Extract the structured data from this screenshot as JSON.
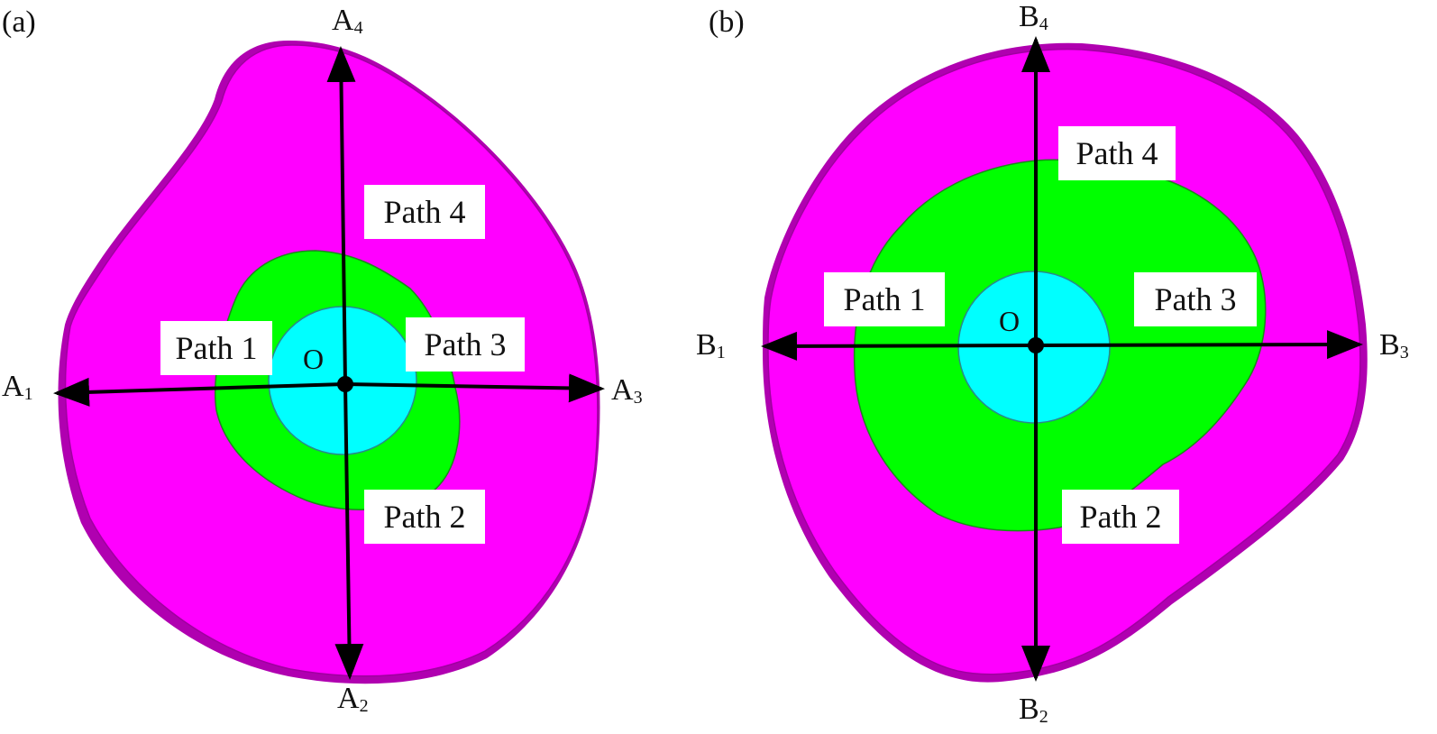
{
  "panels": [
    {
      "tag": "(a)",
      "ends": [
        {
          "letter": "A",
          "sub": "1"
        },
        {
          "letter": "A",
          "sub": "2"
        },
        {
          "letter": "A",
          "sub": "3"
        },
        {
          "letter": "A",
          "sub": "4"
        }
      ],
      "paths": [
        "Path 1",
        "Path 2",
        "Path 3",
        "Path 4"
      ],
      "origin": "O"
    },
    {
      "tag": "(b)",
      "ends": [
        {
          "letter": "B",
          "sub": "1"
        },
        {
          "letter": "B",
          "sub": "2"
        },
        {
          "letter": "B",
          "sub": "3"
        },
        {
          "letter": "B",
          "sub": "4"
        }
      ],
      "paths": [
        "Path 1",
        "Path 2",
        "Path 3",
        "Path 4"
      ],
      "origin": "O"
    }
  ],
  "colors": {
    "outer_region": "#ff00ff",
    "middle_region": "#00ff00",
    "inner_region": "#00ffff",
    "arrows": "#000000"
  }
}
